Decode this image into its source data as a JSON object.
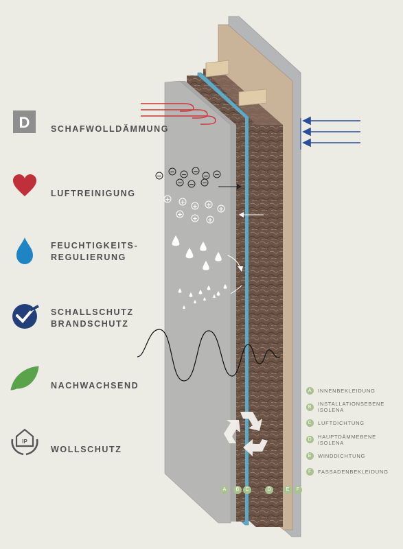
{
  "features": [
    {
      "id": "schafwolle",
      "label": "SCHAFWOLLDÄMMUNG",
      "icon": "d-logo-icon",
      "icon_letter": "D"
    },
    {
      "id": "luft",
      "label": "LUFTREINIGUNG",
      "icon": "heart-icon"
    },
    {
      "id": "feuchte",
      "label": "FEUCHTIGKEITS-\nREGULIERUNG",
      "icon": "water-drop-icon"
    },
    {
      "id": "schall",
      "label": "SCHALLSCHUTZ\nBRANDSCHUTZ",
      "icon": "checkmark-seal-icon"
    },
    {
      "id": "nachwachsend",
      "label": "NACHWACHSEND",
      "icon": "leaf-icon"
    },
    {
      "id": "wollschutz",
      "label": "WOLLSCHUTZ",
      "icon": "protected-house-hands-icon",
      "icon_letter": "IP"
    }
  ],
  "legend": [
    {
      "letter": "A",
      "text": "INNENBEKLEIDUNG"
    },
    {
      "letter": "B",
      "text": "INSTALLATIONSEBENE ISOLENA"
    },
    {
      "letter": "C",
      "text": "LUFTDICHTUNG"
    },
    {
      "letter": "D",
      "text": "HAUPTDÄMMEBENE ISOLENA"
    },
    {
      "letter": "E",
      "text": "WINDDICHTUNG"
    },
    {
      "letter": "F",
      "text": "FASSADENBEKLEIDUNG"
    }
  ],
  "symbols": {
    "minus": "−",
    "plus": "+"
  },
  "colors": {
    "background": "#ecebe4",
    "text": "#4f4f4f",
    "badge": "#a9c290",
    "red_arrow": "#d2323a",
    "blue_arrow": "#2d4d9a",
    "heart": "#c0303a",
    "drop": "#1e84c4",
    "seal": "#233f7a",
    "leaf": "#5aa34a",
    "wool": "#6b5345",
    "board": "#b6b7b4",
    "timber": "#cdb89c"
  }
}
